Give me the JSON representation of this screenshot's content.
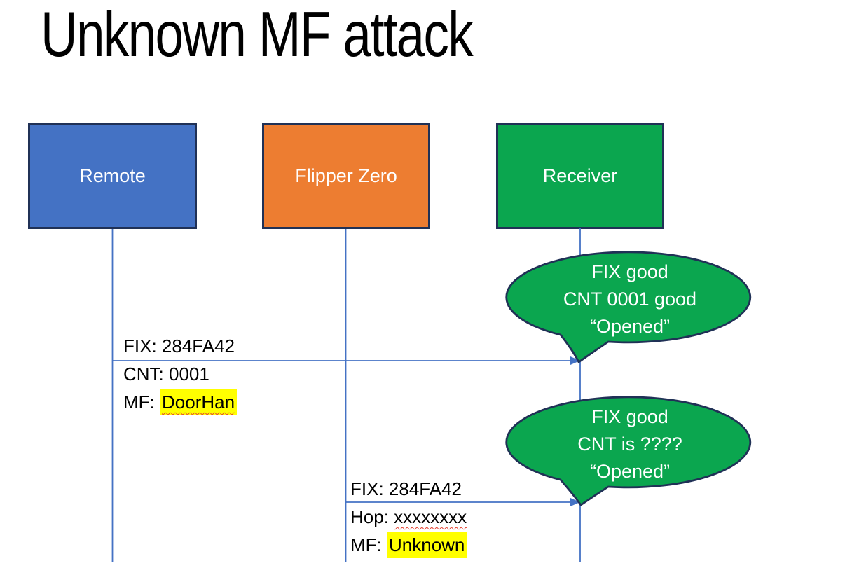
{
  "slide": {
    "title": "Unknown MF attack"
  },
  "actors": [
    {
      "label": "Remote",
      "fill": "#4472C4",
      "border": "#203156"
    },
    {
      "label": "Flipper Zero",
      "fill": "#ED7D31",
      "border": "#203156"
    },
    {
      "label": "Receiver",
      "fill": "#0BA64F",
      "border": "#203156"
    }
  ],
  "callouts": [
    {
      "lines": [
        "FIX good",
        "CNT 0001 good",
        "“Opened”"
      ],
      "fill": "#0BA64F",
      "border": "#203156",
      "text_color": "#ffffff"
    },
    {
      "lines": [
        "FIX good",
        "CNT is ????",
        "“Opened”"
      ],
      "fill": "#0BA64F",
      "border": "#203156",
      "text_color": "#ffffff"
    }
  ],
  "messages": [
    {
      "from": "Remote",
      "to": "Receiver",
      "line1": "FIX: 284FA42",
      "line2": "CNT: 0001",
      "line3_prefix": "MF: ",
      "line3_value": "DoorHan"
    },
    {
      "from": "Flipper Zero",
      "to": "Receiver",
      "line1": "FIX: 284FA42",
      "line2_prefix": "Hop: ",
      "line2_value": "xxxxxxxx",
      "line3_prefix": "MF: ",
      "line3_value": "Unknown"
    }
  ],
  "colors": {
    "connector": "#4472C4",
    "highlight": "#FFFF00",
    "spellcheck_underline": "#E53E2E",
    "label_text": "#000000",
    "title_text": "#000000"
  }
}
